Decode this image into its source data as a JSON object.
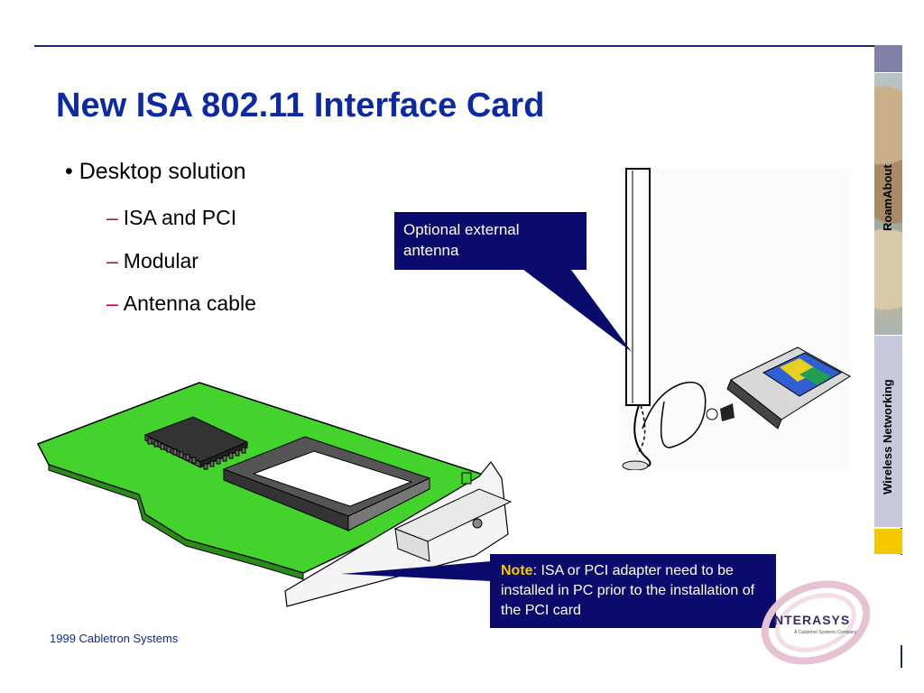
{
  "slide": {
    "title": "New ISA 802.11 Interface Card",
    "bullet": "Desktop solution",
    "sub_bullets": [
      "ISA and PCI",
      "Modular",
      "Antenna cable"
    ],
    "footer": "1999 Cabletron Systems"
  },
  "callouts": {
    "antenna": "Optional external antenna",
    "note_label": "Note",
    "note_text": ":  ISA or PCI adapter need to be installed in PC prior to the installation of the PCI card"
  },
  "sidebar": {
    "label_1": "RoamAbout",
    "label_2": "Wireless Networking"
  },
  "logo": {
    "name": "NTERASYS",
    "tagline": "A Cabletron Systems Company"
  },
  "colors": {
    "title": "#0d2aa6",
    "callout_bg": "#0b0b6e",
    "dash": "#c2002a",
    "board": "#44d32c",
    "accent_yellow": "#f5c800"
  },
  "icons": [
    "isa-card-illustration",
    "external-antenna-illustration",
    "pc-card-illustration",
    "enterasys-logo-swoosh"
  ]
}
